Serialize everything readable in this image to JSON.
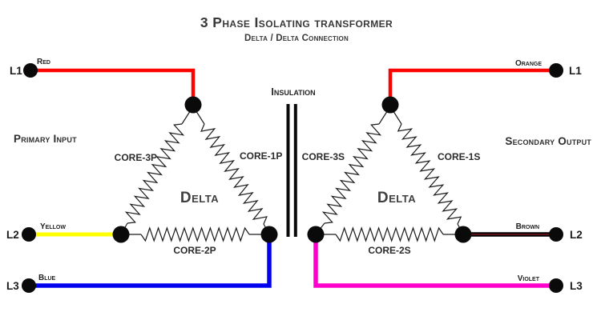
{
  "title": "3 Phase Isolating transformer",
  "subtitle": "Delta / Delta Connection",
  "insulation_label": "Insulation",
  "primary": {
    "section_label": "Primary Input",
    "delta_label": "Delta",
    "windings": {
      "left": "CORE-3P",
      "right": "CORE-1P",
      "bottom": "CORE-2P"
    },
    "terminals": [
      {
        "line": "L1",
        "wire_color_name": "Red",
        "wire_hex": "#fa0400"
      },
      {
        "line": "L2",
        "wire_color_name": "Yellow",
        "wire_hex": "#ffff00"
      },
      {
        "line": "L3",
        "wire_color_name": "Blue",
        "wire_hex": "#0202ee"
      }
    ]
  },
  "secondary": {
    "section_label": "Secondary Output",
    "delta_label": "Delta",
    "windings": {
      "left": "CORE-3S",
      "right": "CORE-1S",
      "bottom": "CORE-2S"
    },
    "terminals": [
      {
        "line": "L1",
        "wire_color_name": "Orange",
        "wire_hex": "#fa0400"
      },
      {
        "line": "L2",
        "wire_color_name": "Brown",
        "wire_hex": "#5a0f12"
      },
      {
        "line": "L3",
        "wire_color_name": "Violet",
        "wire_hex": "#ff00cc"
      }
    ]
  }
}
